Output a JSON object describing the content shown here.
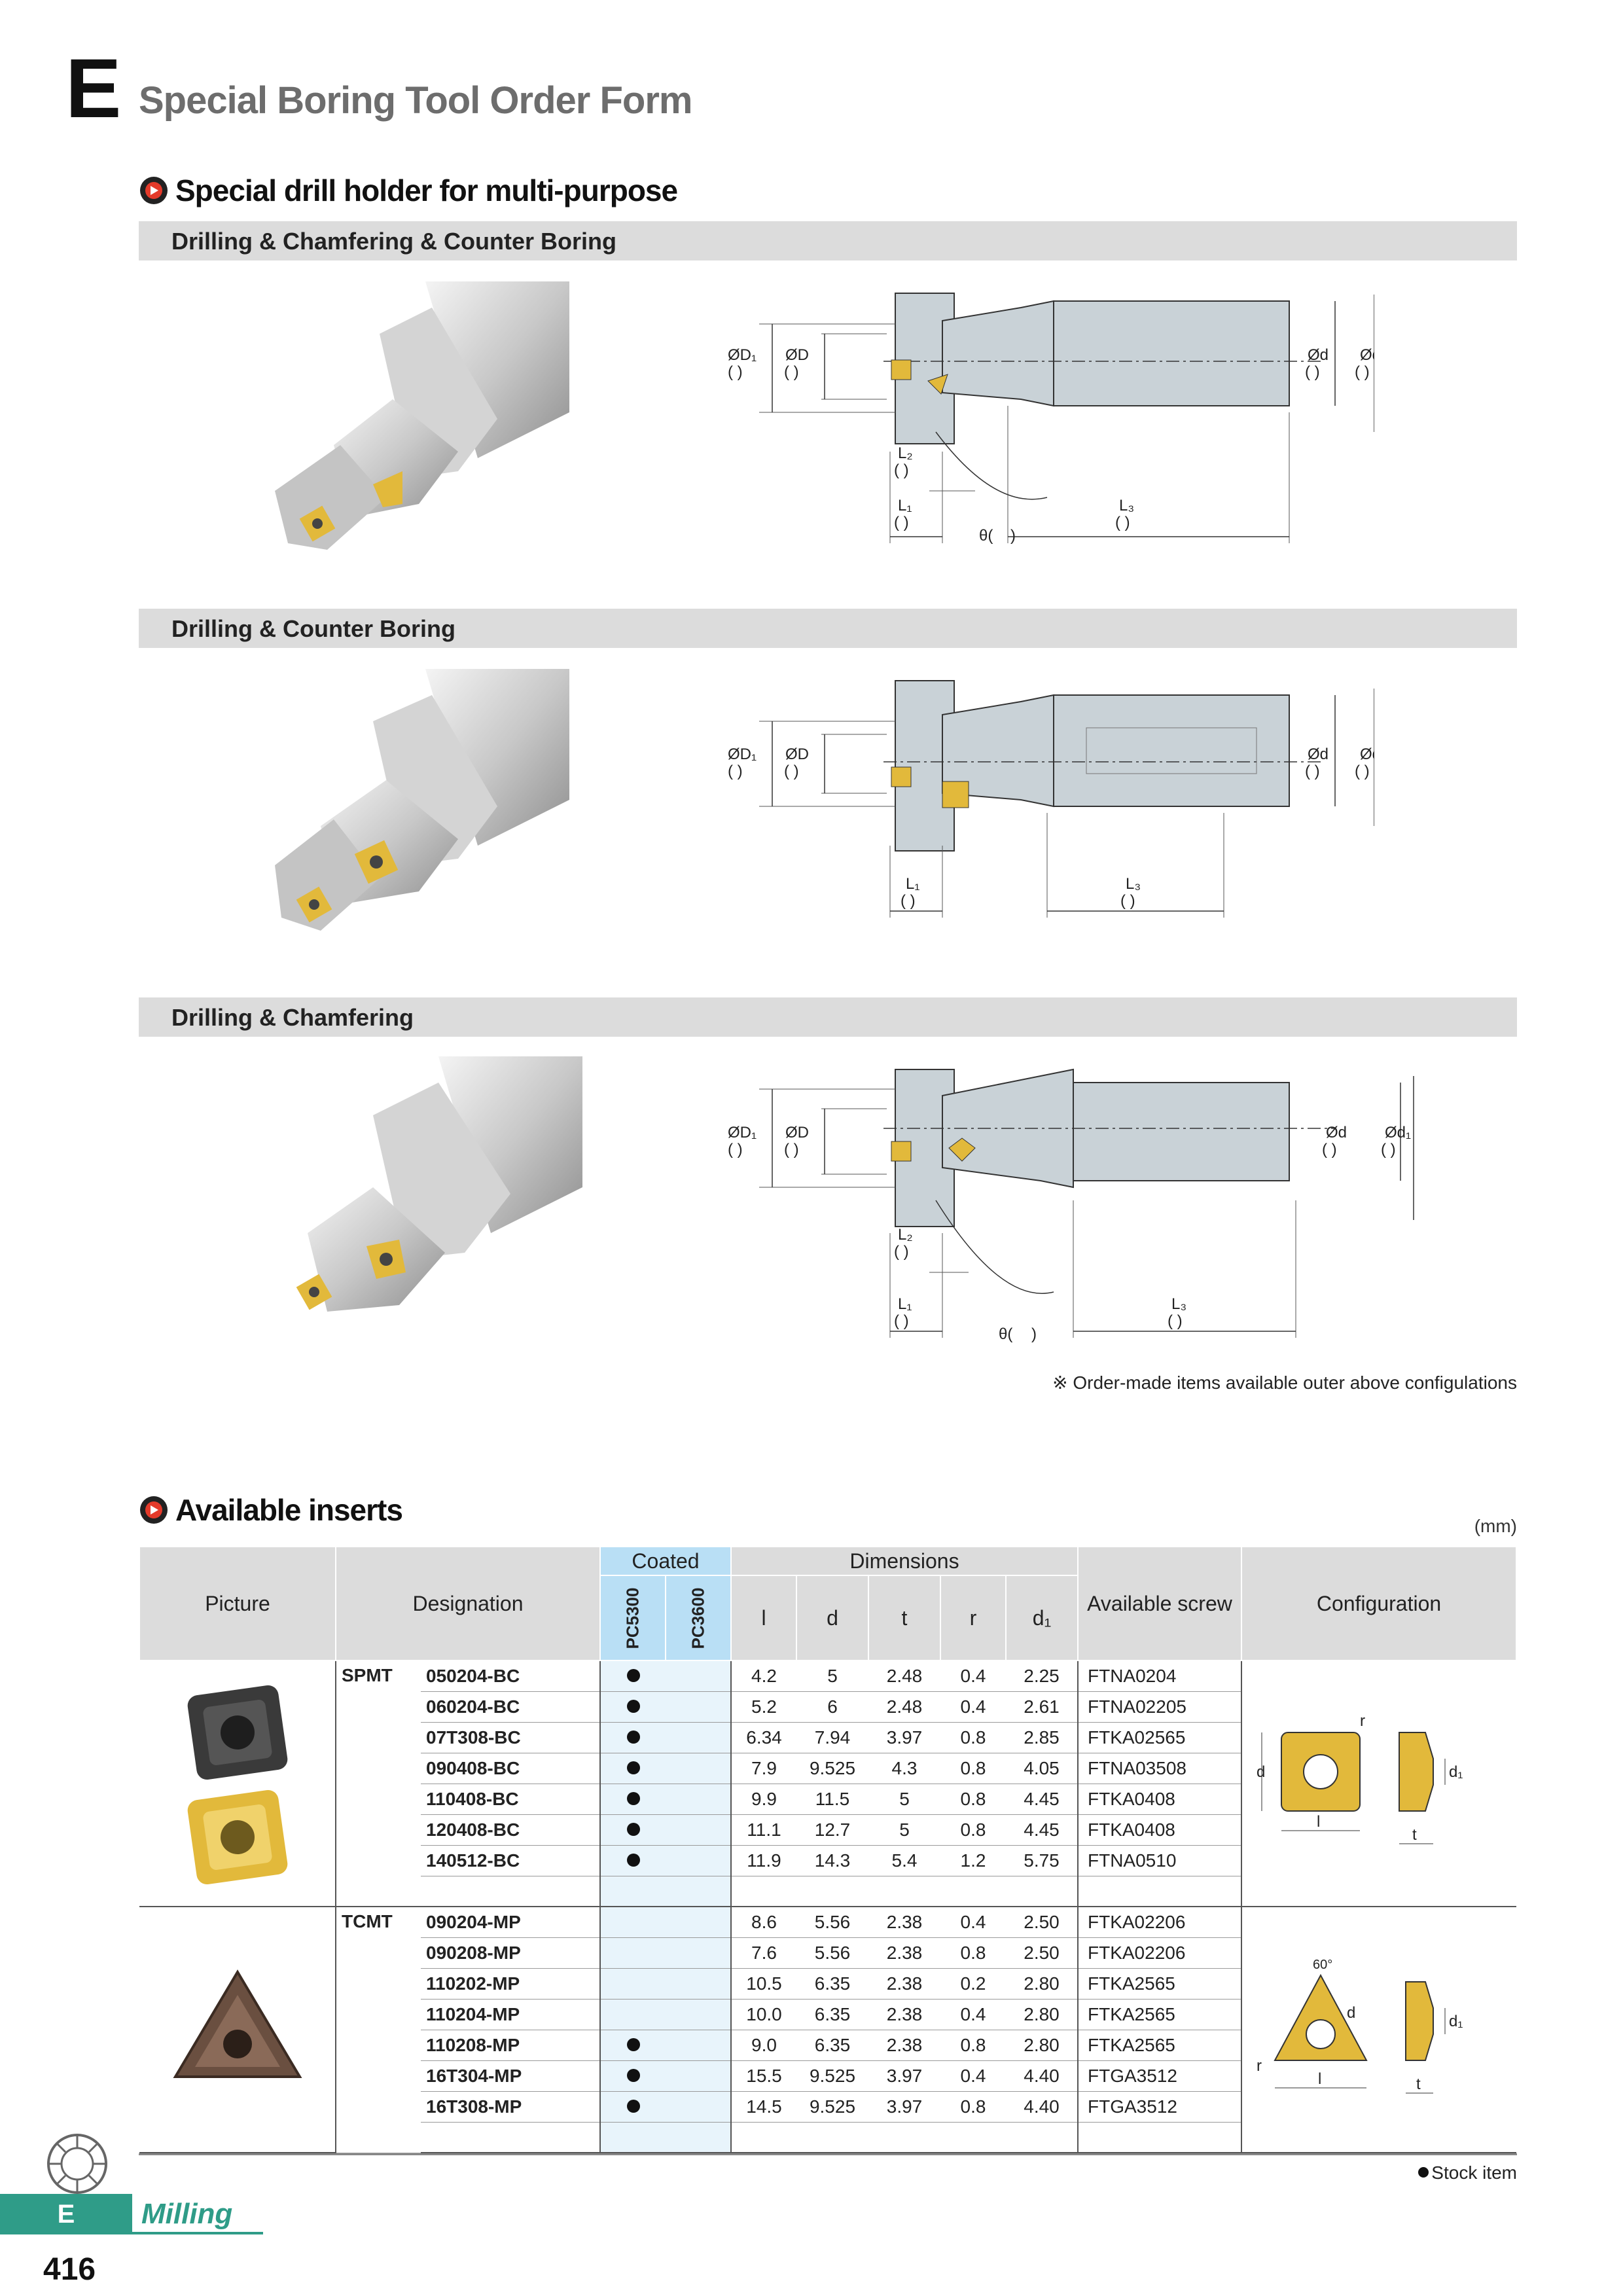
{
  "header": {
    "chapter": "E",
    "title": "Special Boring Tool Order Form"
  },
  "section1": {
    "title": "Special drill holder for multi-purpose",
    "subsections": [
      {
        "title": "Drilling & Chamfering & Counter Boring"
      },
      {
        "title": "Drilling & Counter Boring"
      },
      {
        "title": "Drilling & Chamfering"
      }
    ]
  },
  "dims": {
    "D1": "ØD₁",
    "D": "ØD",
    "d": "Ød",
    "d1": "Ød₁",
    "L1": "L₁",
    "L2": "L₂",
    "L3": "L₃",
    "theta": "θ(",
    "paren": "(    )",
    "close": ")"
  },
  "note": "※ Order-made items available outer above configulations",
  "section2": {
    "title": "Available inserts",
    "unit": "(mm)"
  },
  "table": {
    "headers": {
      "picture": "Picture",
      "designation": "Designation",
      "coated": "Coated",
      "pc5300": "PC5300",
      "pc3600": "PC3600",
      "dimensions": "Dimensions",
      "l": "l",
      "d": "d",
      "t": "t",
      "r": "r",
      "d1": "d₁",
      "screw": "Available screw",
      "configuration": "Configuration"
    },
    "groups": [
      {
        "series": "SPMT",
        "rows": [
          {
            "des": "050204-BC",
            "pc5300": true,
            "pc3600": false,
            "l": "4.2",
            "d": "5",
            "t": "2.48",
            "r": "0.4",
            "d1": "2.25",
            "screw": "FTNA0204"
          },
          {
            "des": "060204-BC",
            "pc5300": true,
            "pc3600": false,
            "l": "5.2",
            "d": "6",
            "t": "2.48",
            "r": "0.4",
            "d1": "2.61",
            "screw": "FTNA02205"
          },
          {
            "des": "07T308-BC",
            "pc5300": true,
            "pc3600": false,
            "l": "6.34",
            "d": "7.94",
            "t": "3.97",
            "r": "0.8",
            "d1": "2.85",
            "screw": "FTKA02565"
          },
          {
            "des": "090408-BC",
            "pc5300": true,
            "pc3600": false,
            "l": "7.9",
            "d": "9.525",
            "t": "4.3",
            "r": "0.8",
            "d1": "4.05",
            "screw": "FTNA03508"
          },
          {
            "des": "110408-BC",
            "pc5300": true,
            "pc3600": false,
            "l": "9.9",
            "d": "11.5",
            "t": "5",
            "r": "0.8",
            "d1": "4.45",
            "screw": "FTKA0408"
          },
          {
            "des": "120408-BC",
            "pc5300": true,
            "pc3600": false,
            "l": "11.1",
            "d": "12.7",
            "t": "5",
            "r": "0.8",
            "d1": "4.45",
            "screw": "FTKA0408"
          },
          {
            "des": "140512-BC",
            "pc5300": true,
            "pc3600": false,
            "l": "11.9",
            "d": "14.3",
            "t": "5.4",
            "r": "1.2",
            "d1": "5.75",
            "screw": "FTNA0510"
          }
        ]
      },
      {
        "series": "TCMT",
        "rows": [
          {
            "des": "090204-MP",
            "pc5300": false,
            "pc3600": false,
            "l": "8.6",
            "d": "5.56",
            "t": "2.38",
            "r": "0.4",
            "d1": "2.50",
            "screw": "FTKA02206"
          },
          {
            "des": "090208-MP",
            "pc5300": false,
            "pc3600": false,
            "l": "7.6",
            "d": "5.56",
            "t": "2.38",
            "r": "0.8",
            "d1": "2.50",
            "screw": "FTKA02206"
          },
          {
            "des": "110202-MP",
            "pc5300": false,
            "pc3600": false,
            "l": "10.5",
            "d": "6.35",
            "t": "2.38",
            "r": "0.2",
            "d1": "2.80",
            "screw": "FTKA2565"
          },
          {
            "des": "110204-MP",
            "pc5300": false,
            "pc3600": false,
            "l": "10.0",
            "d": "6.35",
            "t": "2.38",
            "r": "0.4",
            "d1": "2.80",
            "screw": "FTKA2565"
          },
          {
            "des": "110208-MP",
            "pc5300": true,
            "pc3600": false,
            "l": "9.0",
            "d": "6.35",
            "t": "2.38",
            "r": "0.8",
            "d1": "2.80",
            "screw": "FTKA2565"
          },
          {
            "des": "16T304-MP",
            "pc5300": true,
            "pc3600": false,
            "l": "15.5",
            "d": "9.525",
            "t": "3.97",
            "r": "0.4",
            "d1": "4.40",
            "screw": "FTGA3512"
          },
          {
            "des": "16T308-MP",
            "pc5300": true,
            "pc3600": false,
            "l": "14.5",
            "d": "9.525",
            "t": "3.97",
            "r": "0.8",
            "d1": "4.40",
            "screw": "FTGA3512"
          }
        ]
      }
    ],
    "config_labels": {
      "r": "r",
      "d": "d",
      "d1": "d₁",
      "l": "l",
      "t": "t",
      "angle": "60°"
    }
  },
  "footer": {
    "stock": "Stock item",
    "tab": "E",
    "category": "Milling",
    "page": "416"
  },
  "colors": {
    "accent": "#2f9c88",
    "coated": "#b9dff5",
    "bar": "#dcdcdc",
    "insert_gold": "#e2b93b",
    "insert_dark": "#3a3a3a"
  }
}
